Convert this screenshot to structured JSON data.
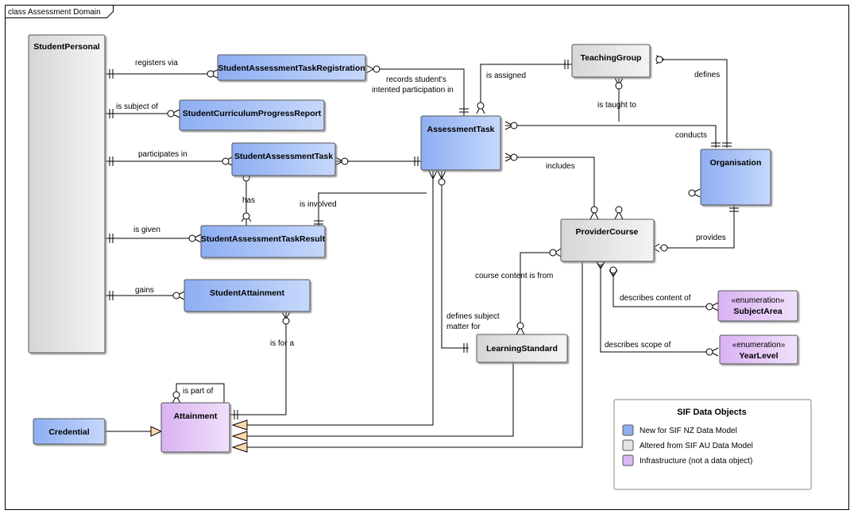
{
  "frame": {
    "title": "class Assessment Domain"
  },
  "colors": {
    "new": "#b4c8f8",
    "altered": "#e0e0e0",
    "infra": "#e2c4f4",
    "border": "#555555",
    "legend_new": "#8fb0f0",
    "legend_altered": "#e4e4e4",
    "legend_infra": "#dcb8f4"
  },
  "entities": {
    "student_personal": "StudentPersonal",
    "reg": "StudentAssessmentTaskRegistration",
    "progress_report": "StudentCurriculumProgressReport",
    "sat": "StudentAssessmentTask",
    "sat_result": "StudentAssessmentTaskResult",
    "student_attainment": "StudentAttainment",
    "attainment": "Attainment",
    "credential": "Credential",
    "assessment_task": "AssessmentTask",
    "teaching_group": "TeachingGroup",
    "organisation": "Organisation",
    "provider_course": "ProviderCourse",
    "learning_standard": "LearningStandard",
    "subject_area": {
      "stereotype": "«enumeration»",
      "name": "SubjectArea"
    },
    "year_level": {
      "stereotype": "«enumeration»",
      "name": "YearLevel"
    }
  },
  "labels": {
    "registers_via": "registers via",
    "records_1": "records student's",
    "records_2": "intented participation in",
    "is_subject_of": "is subject of",
    "participates_in": "participates in",
    "has": "has",
    "is_involved": "is involved",
    "is_given": "is given",
    "gains": "gains",
    "is_for_a": "is for a",
    "is_part_of": "is part of",
    "is_assigned": "is assigned",
    "is_taught_to": "is taught to",
    "defines": "defines",
    "conducts": "conducts",
    "includes": "includes",
    "provides": "provides",
    "course_content_is_from": "course content is from",
    "defines_subject_1": "defines subject",
    "defines_subject_2": "matter for",
    "describes_content_of": "describes content of",
    "describes_scope_of": "describes scope of"
  },
  "legend": {
    "title": "SIF Data Objects",
    "items": [
      {
        "label": "New for SIF NZ Data Model"
      },
      {
        "label": "Altered from SIF AU Data Model"
      },
      {
        "label": "Infrastructure (not a data object)"
      }
    ]
  }
}
